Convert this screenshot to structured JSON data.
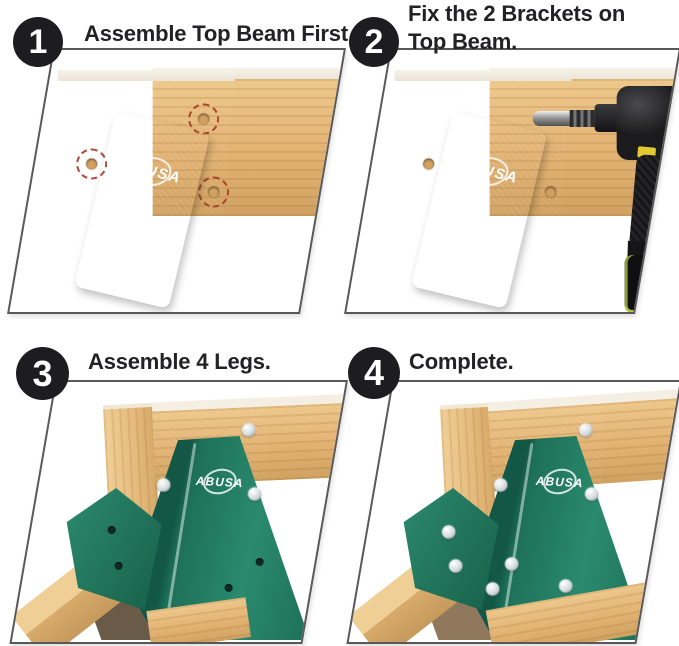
{
  "page": {
    "background": "#ffffff"
  },
  "brand": {
    "logo_text": "ABUSA"
  },
  "steps": [
    {
      "number": "1",
      "label": "Assemble Top Beam First."
    },
    {
      "number": "2",
      "label": "Fix the 2 Brackets on Top Beam."
    },
    {
      "number": "3",
      "label": "Assemble 4 Legs."
    },
    {
      "number": "4",
      "label": "Complete."
    }
  ],
  "colors": {
    "badge": "#1d1d1f",
    "panel_border": "#58585a",
    "bracket_green": "#24806a",
    "bracket_green_dark": "#14604c",
    "bracket_green_light": "#35947b",
    "wood": "#e2b272",
    "wood_dark": "#d0a261",
    "wood_light": "#eec88c",
    "hole_tan": "#d2a161",
    "screw_silver": "#d6dce0",
    "marker_red": "#a63c2b",
    "drill_black": "#1b1b1d",
    "drill_yellow": "#e2c832",
    "shadow_brown": "#6a5a48"
  }
}
